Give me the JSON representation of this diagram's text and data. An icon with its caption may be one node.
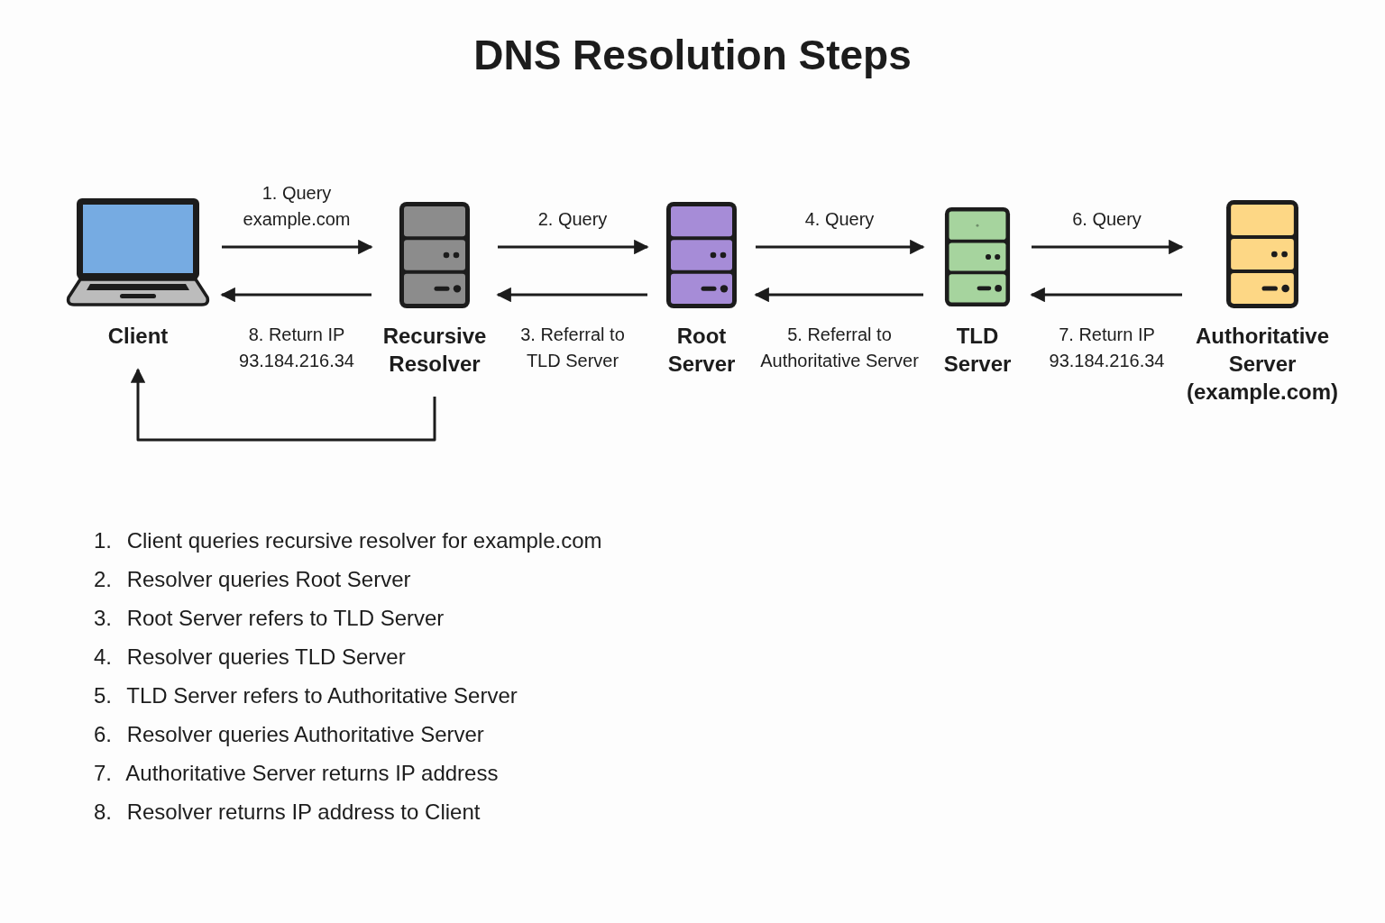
{
  "diagram": {
    "title": "DNS Resolution Steps",
    "nodes": [
      {
        "text": [
          "Client"
        ]
      },
      {
        "text": [
          "Recursive Resolver"
        ]
      },
      {
        "text": [
          "Root Server"
        ]
      },
      {
        "text": [
          "TLD Server"
        ]
      },
      {
        "text": [
          "Authoritative Server (example.com)"
        ]
      }
    ],
    "edges": [
      {
        "from": 0,
        "to": 1,
        "arrow": "to",
        "label": "1. Query example.com"
      },
      {
        "from": 1,
        "to": 0,
        "arrow": "to",
        "label": "8. Return IP 93.184.216.34"
      },
      {
        "from": 1,
        "to": 2,
        "arrow": "to",
        "label": "2. Query"
      },
      {
        "from": 2,
        "to": 1,
        "arrow": "to",
        "label": "3. Referral to TLD Server"
      },
      {
        "from": 2,
        "to": 3,
        "arrow": "to",
        "label": "4. Query"
      },
      {
        "from": 3,
        "to": 2,
        "arrow": "to",
        "label": "5. Referral to Authoritative Server"
      },
      {
        "from": 3,
        "to": 4,
        "arrow": "to",
        "label": "6. Query"
      },
      {
        "from": 4,
        "to": 3,
        "arrow": "to",
        "label": "7. Return IP 93.184.216.34"
      },
      {
        "from": 1,
        "to": 0,
        "arrow": "to"
      }
    ],
    "labels": [
      "1. Client queries recursive resolver for example.com",
      "2. Resolver queries Root Server",
      "3. Root Server refers to TLD Server",
      "4. Resolver queries TLD Server",
      "5. TLD Server refers to Authoritative Server",
      "6. Resolver queries Authoritative Server",
      "7. Authoritative Server returns IP address",
      "8. Resolver returns IP address to Client"
    ]
  }
}
